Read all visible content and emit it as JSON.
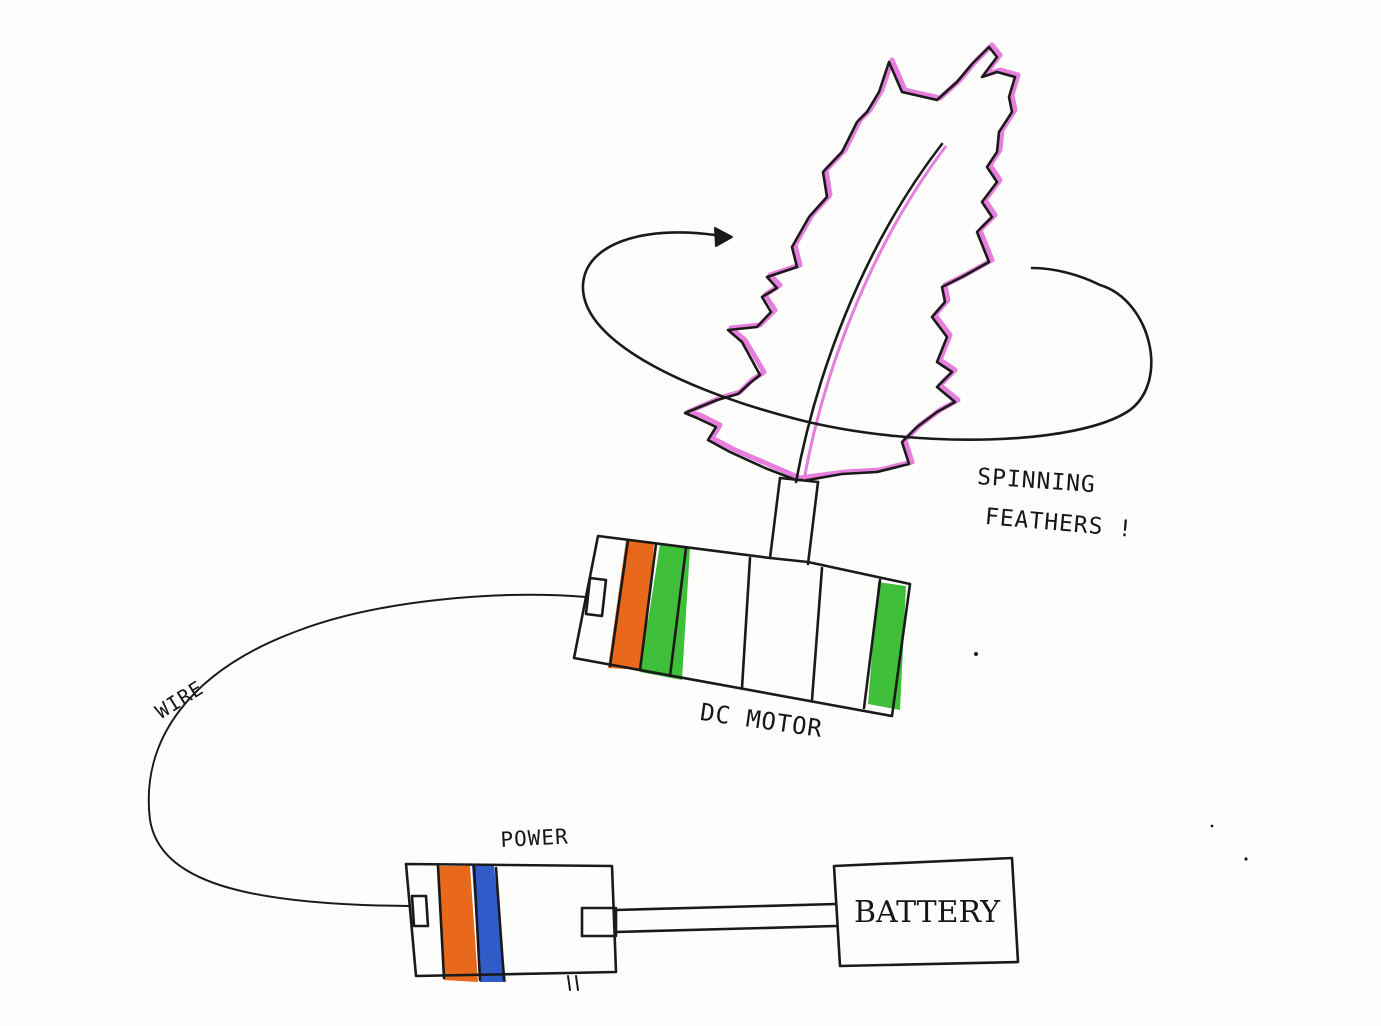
{
  "labels": {
    "spinning": "SPINNING",
    "feathers": "FEATHERS !",
    "dc_motor": "DC MOTOR",
    "wire": "WIRE",
    "power": "POWER",
    "battery": "BATTERY"
  },
  "colors": {
    "ink": "#1a1a1a",
    "feather_highlight": "#e77ddc",
    "orange_band": "#e8681c",
    "green_band": "#3fbf3a",
    "blue_band": "#2f5cc9"
  }
}
